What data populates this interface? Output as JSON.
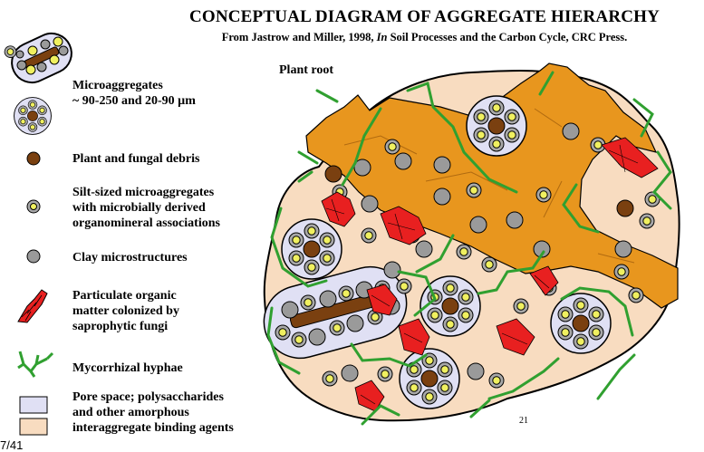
{
  "title": "CONCEPTUAL DIAGRAM OF AGGREGATE HIERARCHY",
  "subtitle_pre": "From Jastrow and Miller, 1998, ",
  "subtitle_italic": "In",
  "subtitle_post": " Soil Processes and the Carbon Cycle, CRC Press.",
  "plant_root_label": "Plant root",
  "legend": {
    "microaggregates_line1": "Microaggregates",
    "microaggregates_line2": "~ 90-250 and 20-90 µm",
    "debris": "Plant and fungal debris",
    "silt_line1": "Silt-sized microaggregates",
    "silt_line2": "with microbially derived",
    "silt_line3": "organomineral associations",
    "clay": "Clay microstructures",
    "pom_line1": "Particulate organic",
    "pom_line2": "matter colonized by",
    "pom_line3": "saprophytic fungi",
    "hyphae": "Mycorrhizal hyphae",
    "pore_line1": "Pore space; polysaccharides",
    "pore_line2": "and other amorphous",
    "pore_line3": "interaggregate binding agents"
  },
  "page_number": "21",
  "slide_number": "7/41",
  "colors": {
    "root": "#e8961e",
    "matrix": "#f8dcc0",
    "pore": "#e0e0f4",
    "clay": "#9a9a9a",
    "silt_outer": "#a8a8a8",
    "silt_inner": "#f0f060",
    "debris": "#7a4010",
    "pom": "#e82020",
    "hyphae": "#30a030"
  }
}
